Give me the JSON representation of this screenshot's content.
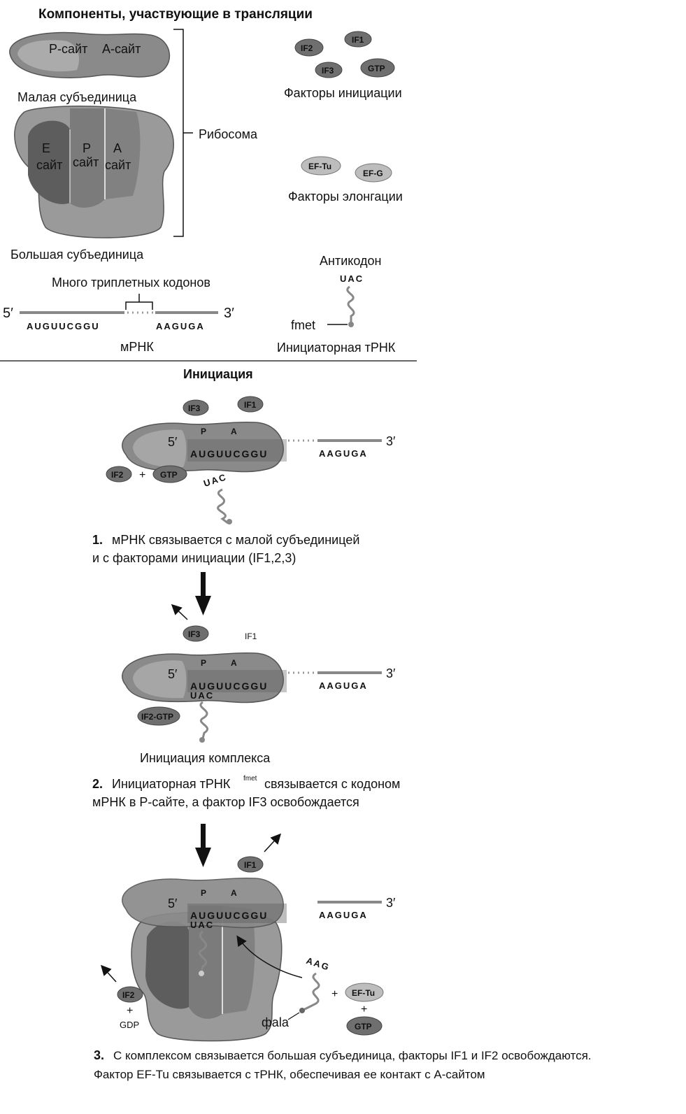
{
  "components": {
    "title": "Компоненты, участвующие в трансляции",
    "small_subunit": {
      "p_site": "Р-сайт",
      "a_site": "А-сайт",
      "label": "Малая субъединица"
    },
    "large_subunit": {
      "e_site": [
        "Е",
        "сайт"
      ],
      "p_site": [
        "Р",
        "сайт"
      ],
      "a_site": [
        "А",
        "сайт"
      ],
      "label": "Большая субъединица"
    },
    "ribosome_label": "Рибосома",
    "initiation_factors": {
      "label": "Факторы инициации",
      "items": [
        "IF2",
        "IF1",
        "IF3",
        "GTP"
      ]
    },
    "elongation_factors": {
      "label": "Факторы элонгации",
      "items": [
        "EF-Tu",
        "EF-G"
      ]
    },
    "mrna": {
      "codons_label": "Много триплетных кодонов",
      "five_prime": "5′",
      "three_prime": "3′",
      "seq_left": "AUGUUCGGU",
      "seq_right": "AAGUGA",
      "label": "мРНК"
    },
    "trna": {
      "anticodon_label": "Антикодон",
      "anticodon": "UAC",
      "fmet": "fmet",
      "label": "Инициаторная тРНК"
    }
  },
  "initiation": {
    "title": "Инициация",
    "step1": {
      "factors": [
        "IF3",
        "IF1",
        "IF2",
        "GTP"
      ],
      "plus": "+",
      "p": "P",
      "a": "A",
      "five_prime": "5′",
      "three_prime": "3′",
      "seq": "AUGUUCGGU",
      "seq_right": "AAGUGA",
      "anticodon": "UAC",
      "num": "1.",
      "caption_line1": "мРНК связывается с малой субъединицей",
      "caption_line2": "и с факторами инициации (IF1,2,3)"
    },
    "step2": {
      "if3": "IF3",
      "if1": "IF1",
      "if2gtp": "IF2-GTP",
      "p": "P",
      "a": "A",
      "five_prime": "5′",
      "three_prime": "3′",
      "seq": "AUGUUCGGU",
      "seq_right": "AAGUGA",
      "anticodon": "UAC",
      "complex_label": "Инициация комплекса",
      "num": "2.",
      "caption_line1_a": "Инициаторная тРНК",
      "caption_sup": "fmet",
      "caption_line1_b": "связывается с кодоном",
      "caption_line2": "мРНК в Р-сайте, а фактор IF3 освобождается"
    },
    "step3": {
      "if1": "IF1",
      "if2": "IF2",
      "plus": "+",
      "gdp": "GDP",
      "p": "P",
      "a": "A",
      "five_prime": "5′",
      "three_prime": "3′",
      "seq": "AUGUUCGGU",
      "seq_right": "AAGUGA",
      "anticodon": "UAC",
      "aag": "AAG",
      "fala": "фala",
      "eftu": "EF-Tu",
      "gtp": "GTP",
      "num": "3.",
      "caption_line1": "С комплексом связывается большая субъединица, факторы IF1 и IF2 освобождаются.",
      "caption_line2": "Фактор EF-Tu связывается с тРНК, обеспечивая ее контакт с А-сайтом"
    }
  }
}
